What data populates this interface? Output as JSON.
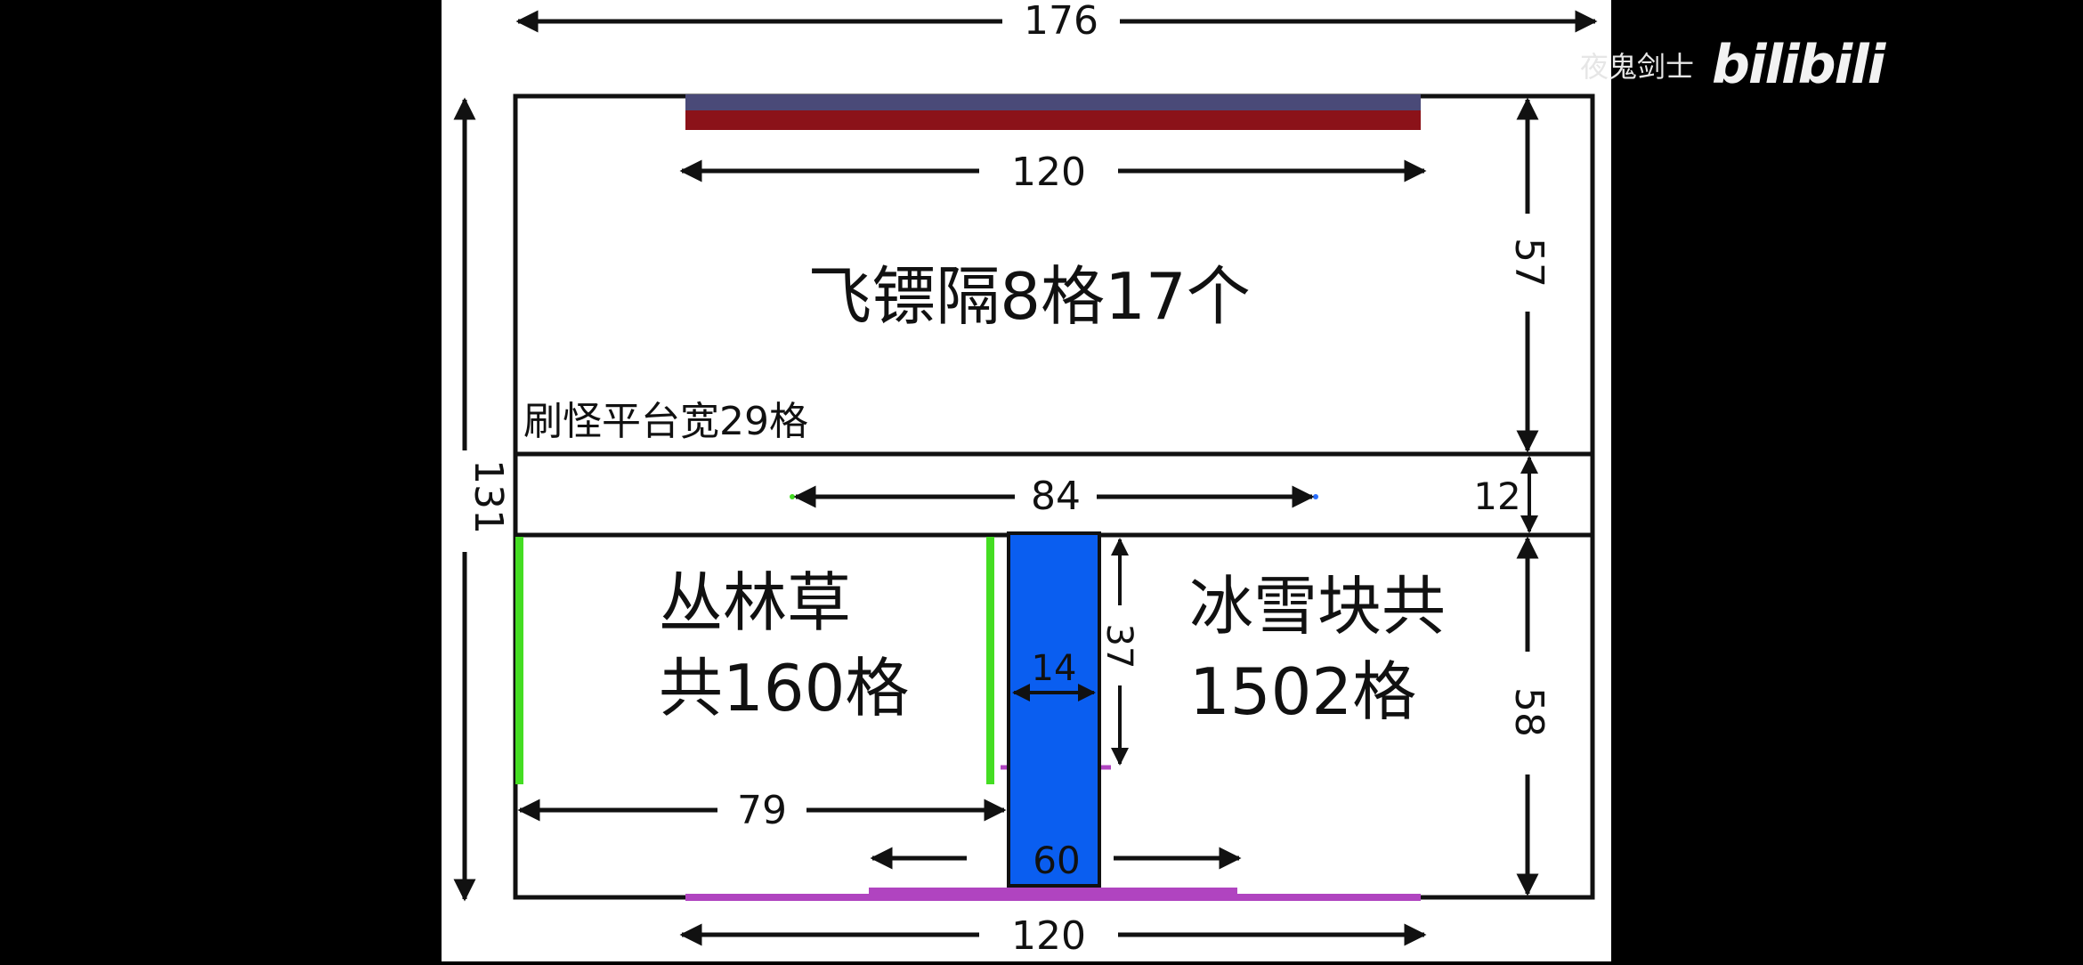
{
  "diagram": {
    "dimensions": {
      "total_width": "176",
      "total_height": "131",
      "top_band_width": "120",
      "upper_area_height": "57",
      "platform_height": "12",
      "platform_span": "84",
      "lower_area_height": "58",
      "channel_width": "14",
      "channel_height": "37",
      "jungle_width": "79",
      "bottom_center": "60",
      "bottom_band_width": "120"
    },
    "labels": {
      "upper_area": "飞镖隔8格17个",
      "platform_note": "刷怪平台宽29格",
      "jungle_line1": "丛林草",
      "jungle_line2": "共160格",
      "ice_line1": "冰雪块共",
      "ice_line2": "1502格"
    },
    "colors": {
      "top_band_upper": "#4a4a78",
      "top_band_lower": "#8b1219",
      "channel": "#0a5ef0",
      "jungle_edges": "#44dd22",
      "bottom_band": "#b044c0",
      "outline": "#111111"
    }
  },
  "watermark": {
    "author": "夜鬼剑士",
    "logo": "bilibili"
  }
}
